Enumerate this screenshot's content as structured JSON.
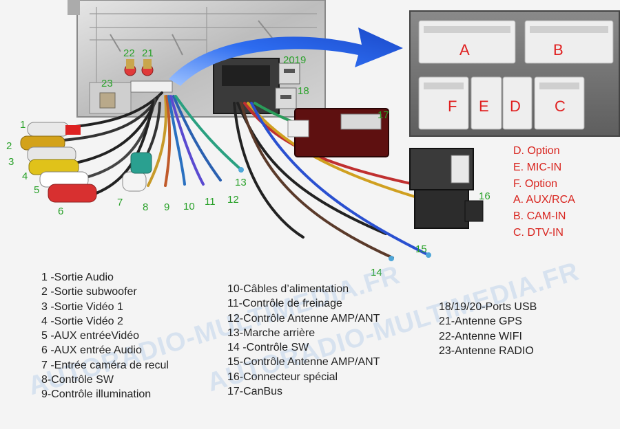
{
  "numbers": {
    "n1": "1",
    "n2": "2",
    "n3": "3",
    "n4": "4",
    "n5": "5",
    "n6": "6",
    "n7": "7",
    "n8": "8",
    "n9": "9",
    "n10": "10",
    "n11": "11",
    "n12": "12",
    "n13": "13",
    "n14": "14",
    "n15": "15",
    "n16": "16",
    "n17": "17",
    "n2019": "2019",
    "n18": "18",
    "n21": "21",
    "n22": "22",
    "n23": "23"
  },
  "ports": {
    "A": "A",
    "B": "B",
    "C": "C",
    "D": "D",
    "E": "E",
    "F": "F"
  },
  "port_options": [
    "D. Option",
    "E. MIC-IN",
    "F. Option",
    "A. AUX/RCA",
    "B. CAM-IN",
    "C. DTV-IN"
  ],
  "legend_left": [
    "1 -Sortie Audio",
    "2 -Sortie subwoofer",
    "3 -Sortie Vidéo 1",
    "4 -Sortie Vidéo 2",
    "5 -AUX entréeVidéo",
    "6 -AUX entrée Audio",
    "7 -Entrée caméra de recul",
    "8-Contrôle SW",
    "9-Contrôle illumination"
  ],
  "legend_middle": [
    "10-Câbles d’alimentation",
    "11-Contrôle de freinage",
    "12-Contrôle Antenne AMP/ANT",
    "13-Marche arrière",
    "14 -Contrôle SW",
    "15-Contrôle Antenne AMP/ANT",
    "16-Connecteur spécial",
    "17-CanBus"
  ],
  "legend_right": [
    "18/19/20-Ports USB",
    "21-Antenne GPS",
    "22-Antenne WIFI",
    "23-Antenne RADIO"
  ],
  "watermark": "AUTORADIO-MULTIMEDIA.FR",
  "colors": {
    "label_green": "#2aa12a",
    "option_red": "#d8231d",
    "port_red": "#e02020",
    "arrow_blue": "#1f5fe0"
  }
}
